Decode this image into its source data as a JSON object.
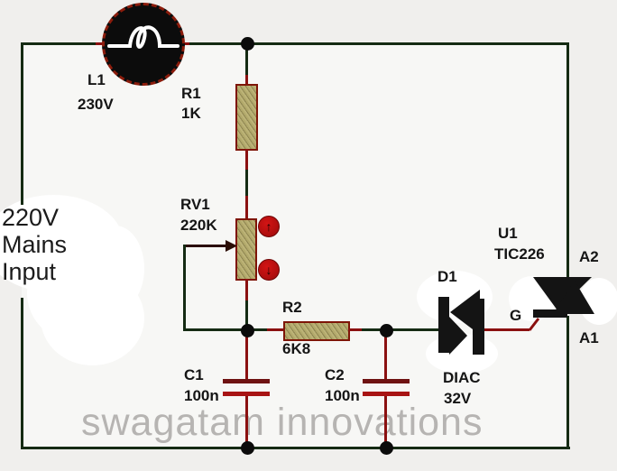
{
  "watermark": "swagatam innovations",
  "mains_label": {
    "line1": "220V",
    "line2": "Mains",
    "line3": "Input"
  },
  "components": {
    "lamp": {
      "ref": "L1",
      "value": "230V"
    },
    "r1": {
      "ref": "R1",
      "value": "1K"
    },
    "rv1": {
      "ref": "RV1",
      "value": "220K"
    },
    "r2": {
      "ref": "R2",
      "value": "6K8"
    },
    "c1": {
      "ref": "C1",
      "value": "100n"
    },
    "c2": {
      "ref": "C2",
      "value": "100n"
    },
    "diac": {
      "ref": "D1",
      "type": "DIAC",
      "value": "32V"
    },
    "triac": {
      "ref": "U1",
      "value": "TIC226",
      "terminal_a2": "A2",
      "terminal_a1": "A1",
      "terminal_g": "G"
    }
  },
  "controls": {
    "pot_increase": "↑",
    "pot_decrease": "↓"
  },
  "colors": {
    "wire": "#152b13",
    "pin": "#8b1010",
    "resistor_fill": "#b2a96b",
    "lamp_body": "#0c0c0c",
    "adjust_button": "#c01010",
    "watermark": "#b6b4b2",
    "symbol_ink": "#141414"
  }
}
